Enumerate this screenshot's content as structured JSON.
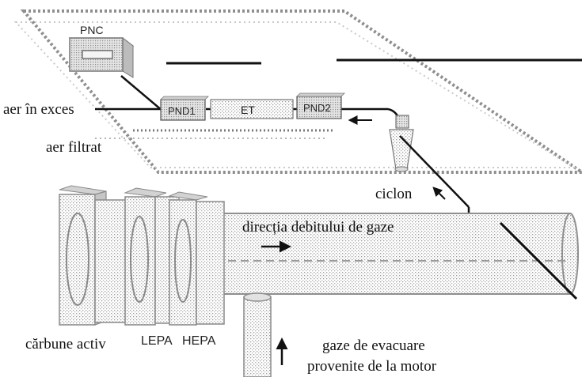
{
  "diagram": {
    "labels": {
      "pnc": "PNC",
      "pnd1": "PND1",
      "et": "ET",
      "pnd2": "PND2",
      "excess_air": "aer în exces",
      "filtered_air": "aer filtrat",
      "cyclone": "ciclon",
      "flow_direction": "direcția debitului de gaze",
      "activated_carbon": "cărbune activ",
      "lepa": "LEPA",
      "hepa": "HEPA",
      "exhaust_line1": "gaze de evacuare",
      "exhaust_line2": "provenite de la motor"
    },
    "colors": {
      "line": "#111111",
      "dotted": "#666666",
      "panel_fill": "#d8d8d8",
      "filter_front": "#e6e6e6",
      "filter_side": "#c2c2c2"
    }
  }
}
